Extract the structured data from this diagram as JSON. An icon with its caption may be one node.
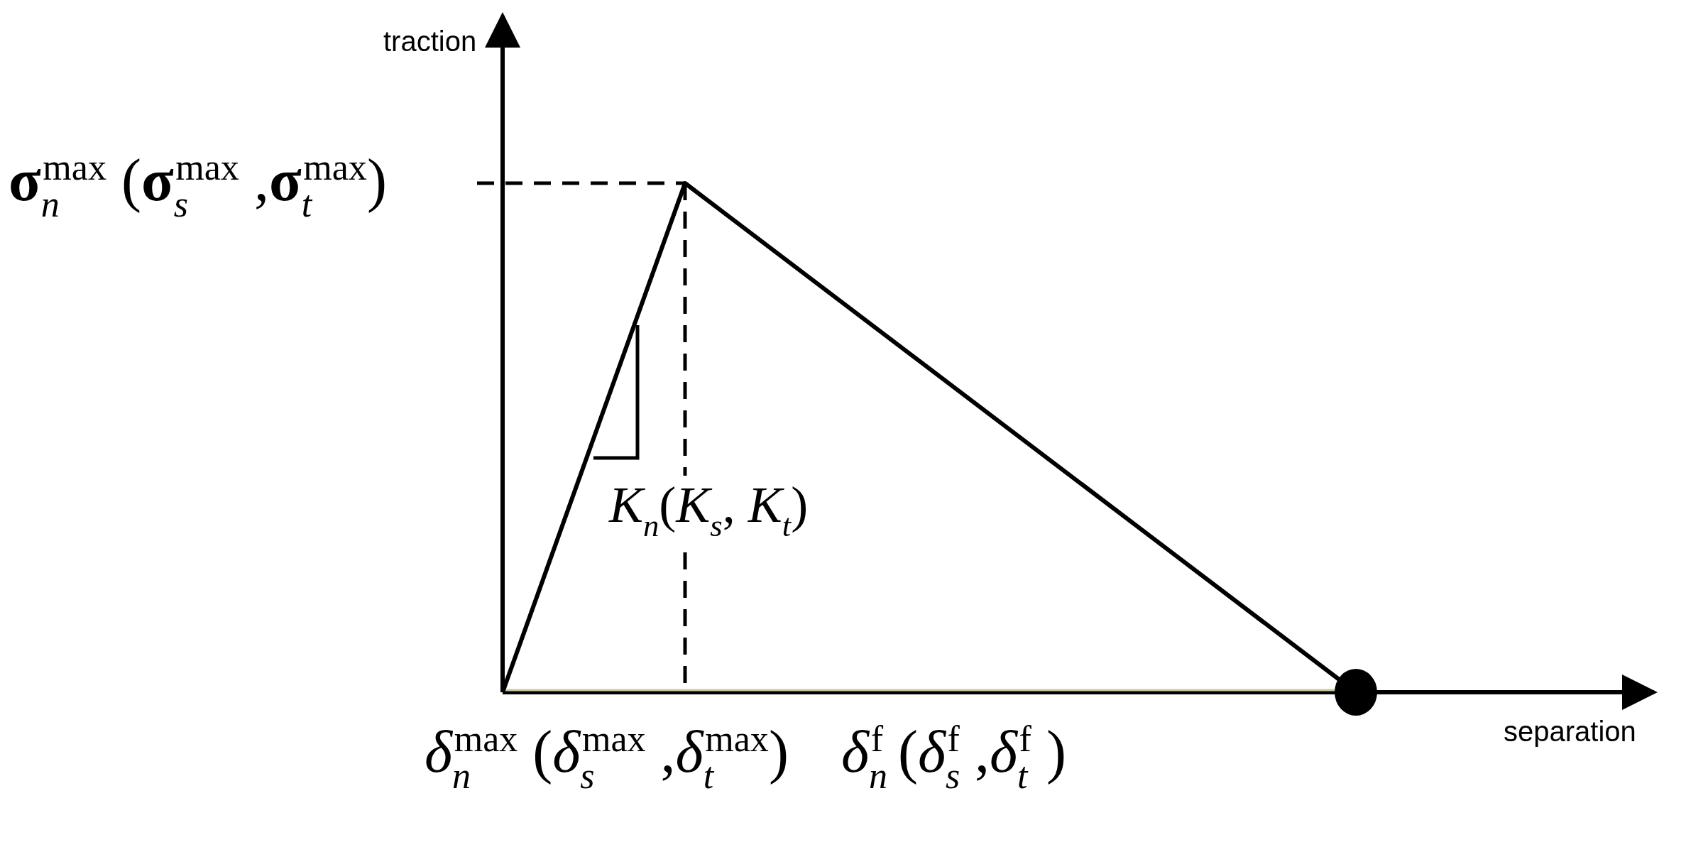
{
  "diagram": {
    "labels": [
      "traction",
      "**σ**$_{n}$$^{max}$ (**σ**$_{s}$$^{max}$ ,**σ**$_{t}$$^{max}$)",
      "*K*$_{n}$(*K*$_{s}$, *K*$_{t}$)",
      "*δ*$_{n}$$^{max}$ (*δ*$_{s}$$^{max}$ ,*δ*$_{t}$$^{max}$)",
      "*δ*$_{n}$$^{f}$ (*δ*$_{s}$$^{f}$ ,*δ*$_{t}$$^{f}$ )",
      "separation"
    ]
  }
}
